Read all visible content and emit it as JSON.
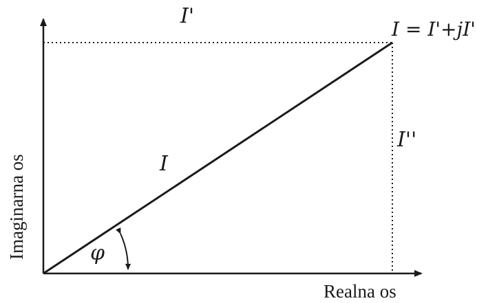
{
  "diagram": {
    "x_axis_label": "Realna os",
    "y_axis_label": "Imaginarna os",
    "phasor_label": "I",
    "real_part_label": "I'",
    "imag_part_label": "I''",
    "phasor_equation": "I = I'+jI''",
    "angle_label": "φ"
  }
}
